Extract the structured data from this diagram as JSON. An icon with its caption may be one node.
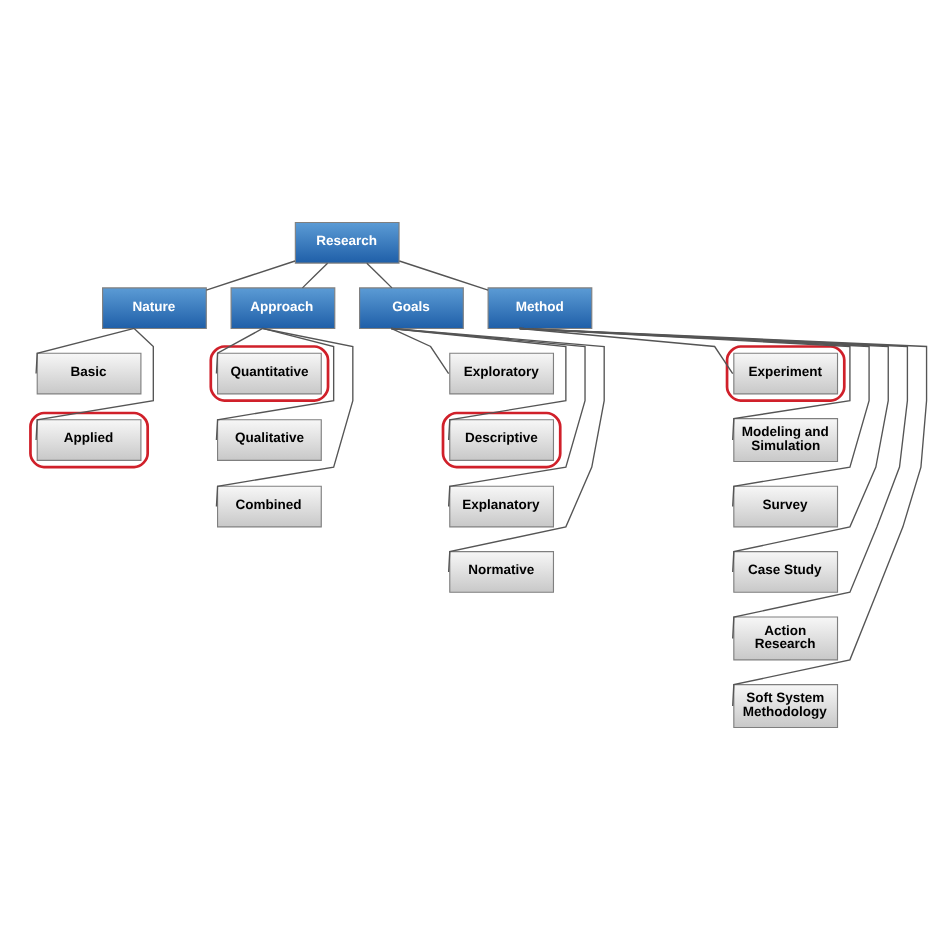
{
  "diagram": {
    "nodes": [
      {
        "text": [
          "Research"
        ]
      },
      {
        "text": [
          "Nature"
        ]
      },
      {
        "text": [
          "Approach"
        ]
      },
      {
        "text": [
          "Goals"
        ]
      },
      {
        "text": [
          "Method"
        ]
      },
      {
        "text": [
          "Basic"
        ]
      },
      {
        "text": [],
        "shape": "ellipse"
      },
      {
        "text": [
          "Applied"
        ],
        "in": 6
      },
      {
        "text": [],
        "shape": "ellipse"
      },
      {
        "text": [
          "Quantitative"
        ],
        "in": 8
      },
      {
        "text": [
          "Qualitative"
        ]
      },
      {
        "text": [
          "Combined"
        ]
      },
      {
        "text": [
          "Exploratory"
        ]
      },
      {
        "text": [],
        "shape": "ellipse"
      },
      {
        "text": [
          "Descriptive"
        ],
        "in": 13
      },
      {
        "text": [
          "Explanatory"
        ]
      },
      {
        "text": [
          "Normative"
        ]
      },
      {
        "text": [],
        "shape": "ellipse"
      },
      {
        "text": [
          "Experiment"
        ],
        "in": 17
      },
      {
        "text": [
          "Modeling and Simulation"
        ]
      },
      {
        "text": [
          "Survey"
        ]
      },
      {
        "text": [
          "Case Study"
        ]
      },
      {
        "text": [
          "Action Research"
        ]
      },
      {
        "text": [
          "Soft System Methodology"
        ]
      }
    ],
    "edges": [
      {
        "from": 0,
        "to": 1,
        "arrow": "none"
      },
      {
        "from": 0,
        "to": 2,
        "arrow": "none"
      },
      {
        "from": 0,
        "to": 3,
        "arrow": "none"
      },
      {
        "from": 0,
        "to": 4,
        "arrow": "none"
      },
      {
        "from": 1,
        "to": 5,
        "arrow": "none"
      },
      {
        "from": 1,
        "to": 7,
        "arrow": "none"
      },
      {
        "from": 2,
        "to": 9,
        "arrow": "none"
      },
      {
        "from": 2,
        "to": 10,
        "arrow": "none"
      },
      {
        "from": 2,
        "to": 11,
        "arrow": "none"
      },
      {
        "from": 3,
        "to": 12,
        "arrow": "none"
      },
      {
        "from": 3,
        "to": 14,
        "arrow": "none"
      },
      {
        "from": 3,
        "to": 15,
        "arrow": "none"
      },
      {
        "from": 3,
        "to": 16,
        "arrow": "none"
      },
      {
        "from": 4,
        "to": 18,
        "arrow": "none"
      },
      {
        "from": 4,
        "to": 19,
        "arrow": "none"
      },
      {
        "from": 4,
        "to": 20,
        "arrow": "none"
      },
      {
        "from": 4,
        "to": 21,
        "arrow": "none"
      },
      {
        "from": 4,
        "to": 22,
        "arrow": "none"
      },
      {
        "from": 4,
        "to": 23,
        "arrow": "none"
      }
    ]
  }
}
